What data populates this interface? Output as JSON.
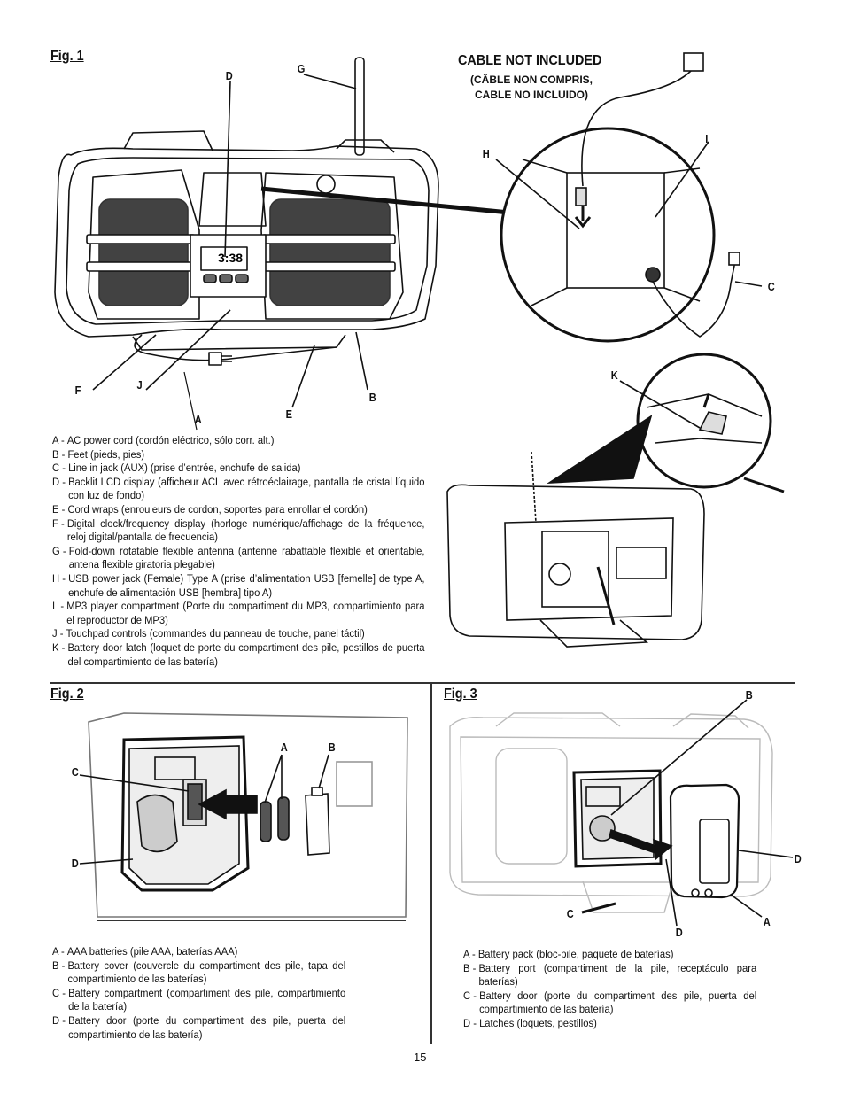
{
  "fig1": {
    "title": "Fig. 1",
    "cable": {
      "title": "CABLE NOT INCLUDED",
      "sub1": "(CÂBLE NON COMPRIS,",
      "sub2": "CABLE NO INCLUIDO)"
    },
    "callouts": {
      "D": "D",
      "G": "G",
      "H": "H",
      "I": "I",
      "C": "C",
      "K": "K",
      "F": "F",
      "J": "J",
      "A": "A",
      "E": "E",
      "B": "B"
    },
    "legend": [
      {
        "key": "A - ",
        "text": "AC power cord (cordón eléctrico, sólo corr. alt.)"
      },
      {
        "key": "B - ",
        "text": "Feet (pieds, pies)"
      },
      {
        "key": "C - ",
        "text": "Line in jack (AUX) (prise d’entrée, enchufe de salida)"
      },
      {
        "key": "D - ",
        "text": "Backlit LCD display (afficheur ACL avec rétroéclairage, pantalla de cristal líquido con luz de fondo)"
      },
      {
        "key": "E - ",
        "text": "Cord wraps (enrouleurs de cordon, soportes para enrollar el cordón)"
      },
      {
        "key": "F - ",
        "text": "Digital clock/frequency display (horloge numérique/affichage de la fréquence, reloj digital/pantalla de frecuencia)"
      },
      {
        "key": "G - ",
        "text": "Fold-down rotatable flexible antenna (antenne rabattable flexible et orientable, antena flexible giratoria plegable)"
      },
      {
        "key": "H - ",
        "text": "USB power jack (Female) Type A (prise d’alimentation USB [femelle] de type A, enchufe de alimentación USB [hembra] tipo A)"
      },
      {
        "key": "I  - ",
        "text": "MP3 player compartment (Porte du compartiment du MP3, compartimiento para el reproductor de MP3)"
      },
      {
        "key": "J - ",
        "text": "Touchpad controls (commandes du panneau de touche, panel táctil)"
      },
      {
        "key": "K - ",
        "text": "Battery door latch  (loquet de porte du compartiment des pile, pestillos de puerta del compartimiento de las batería)"
      }
    ],
    "lcd_digits": "3:38"
  },
  "fig2": {
    "title": "Fig. 2",
    "callouts": {
      "A": "A",
      "B": "B",
      "C": "C",
      "D": "D"
    },
    "legend": [
      {
        "key": "A - ",
        "text": "AAA batteries (pile AAA, baterías AAA)"
      },
      {
        "key": "B - ",
        "text": "Battery cover (couvercle du compartiment des pile, tapa del compartimiento de las baterías)"
      },
      {
        "key": "C - ",
        "text": "Battery compartment (compartiment des pile, compartimiento de la batería)"
      },
      {
        "key": "D - ",
        "text": "Battery door (porte du compartiment des pile, puerta del compartimiento de las batería)"
      }
    ]
  },
  "fig3": {
    "title": "Fig. 3",
    "callouts": {
      "B": "B",
      "D1": "D",
      "C": "C",
      "D2": "D",
      "A": "A"
    },
    "legend": [
      {
        "key": "A - ",
        "text": "Battery pack (bloc-pile, paquete de baterías)"
      },
      {
        "key": "B - ",
        "text": "Battery port (compartiment de la pile, receptáculo para baterías)"
      },
      {
        "key": "C - ",
        "text": "Battery door (porte du compartiment des pile, puerta del compartimiento de las batería)"
      },
      {
        "key": "D - ",
        "text": "Latches (loquets, pestillos)"
      }
    ]
  },
  "page_number": "15"
}
